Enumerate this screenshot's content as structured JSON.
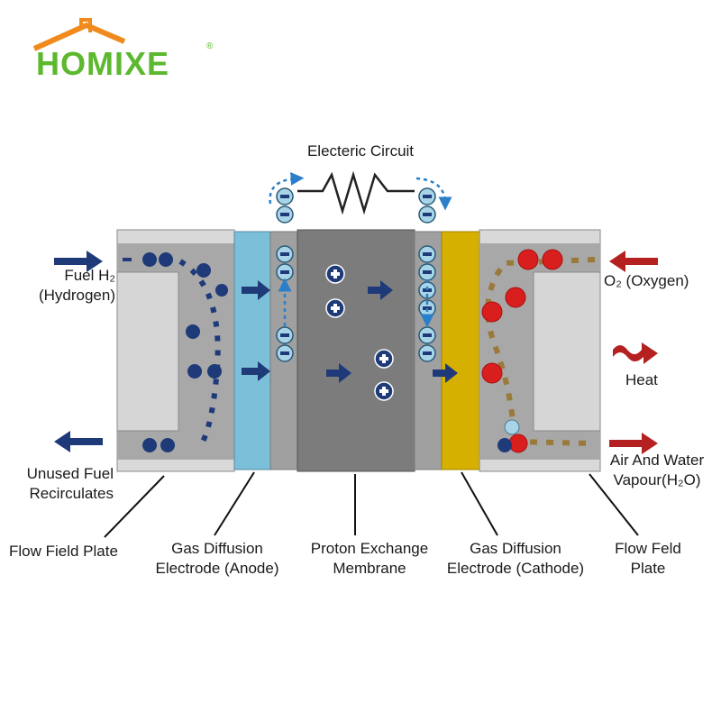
{
  "logo": {
    "text": "HOMIXE",
    "registered": "®",
    "color": "#5cb82e",
    "roof_color": "#f08a1c"
  },
  "labels": {
    "circuit": "Electeric Circuit",
    "fuel_line1": "Fuel H₂",
    "fuel_line2": "(Hydrogen)",
    "unused_line1": "Unused Fuel",
    "unused_line2": "Recirculates",
    "oxygen": "O₂ (Oxygen)",
    "heat": "Heat",
    "air_line1": "Air And Water",
    "air_line2": "Vapour(H₂O)",
    "flow_plate": "Flow Field Plate",
    "anode_line1": "Gas Diffusion",
    "anode_line2": "Electrode (Anode)",
    "membrane_line1": "Proton Exchange",
    "membrane_line2": "Membrane",
    "cathode_line1": "Gas Diffusion",
    "cathode_line2": "Electrode (Cathode)",
    "flow_right_line1": "Flow Feld",
    "flow_right_line2": "Plate"
  },
  "colors": {
    "plate": "#d9d9d9",
    "plate_inner": "#a8a8a8",
    "anode": "#7bbfd8",
    "membrane": "#7c7c7c",
    "cathode": "#d6b000",
    "hydrogen": "#1e3a78",
    "oxygen": "#d91e1e",
    "electron": "#a8d4e8",
    "arrow_blue": "#1e3a78",
    "arrow_red": "#b52020",
    "dash_blue": "#2a7fc8",
    "dash_brown": "#9a7a3a"
  }
}
